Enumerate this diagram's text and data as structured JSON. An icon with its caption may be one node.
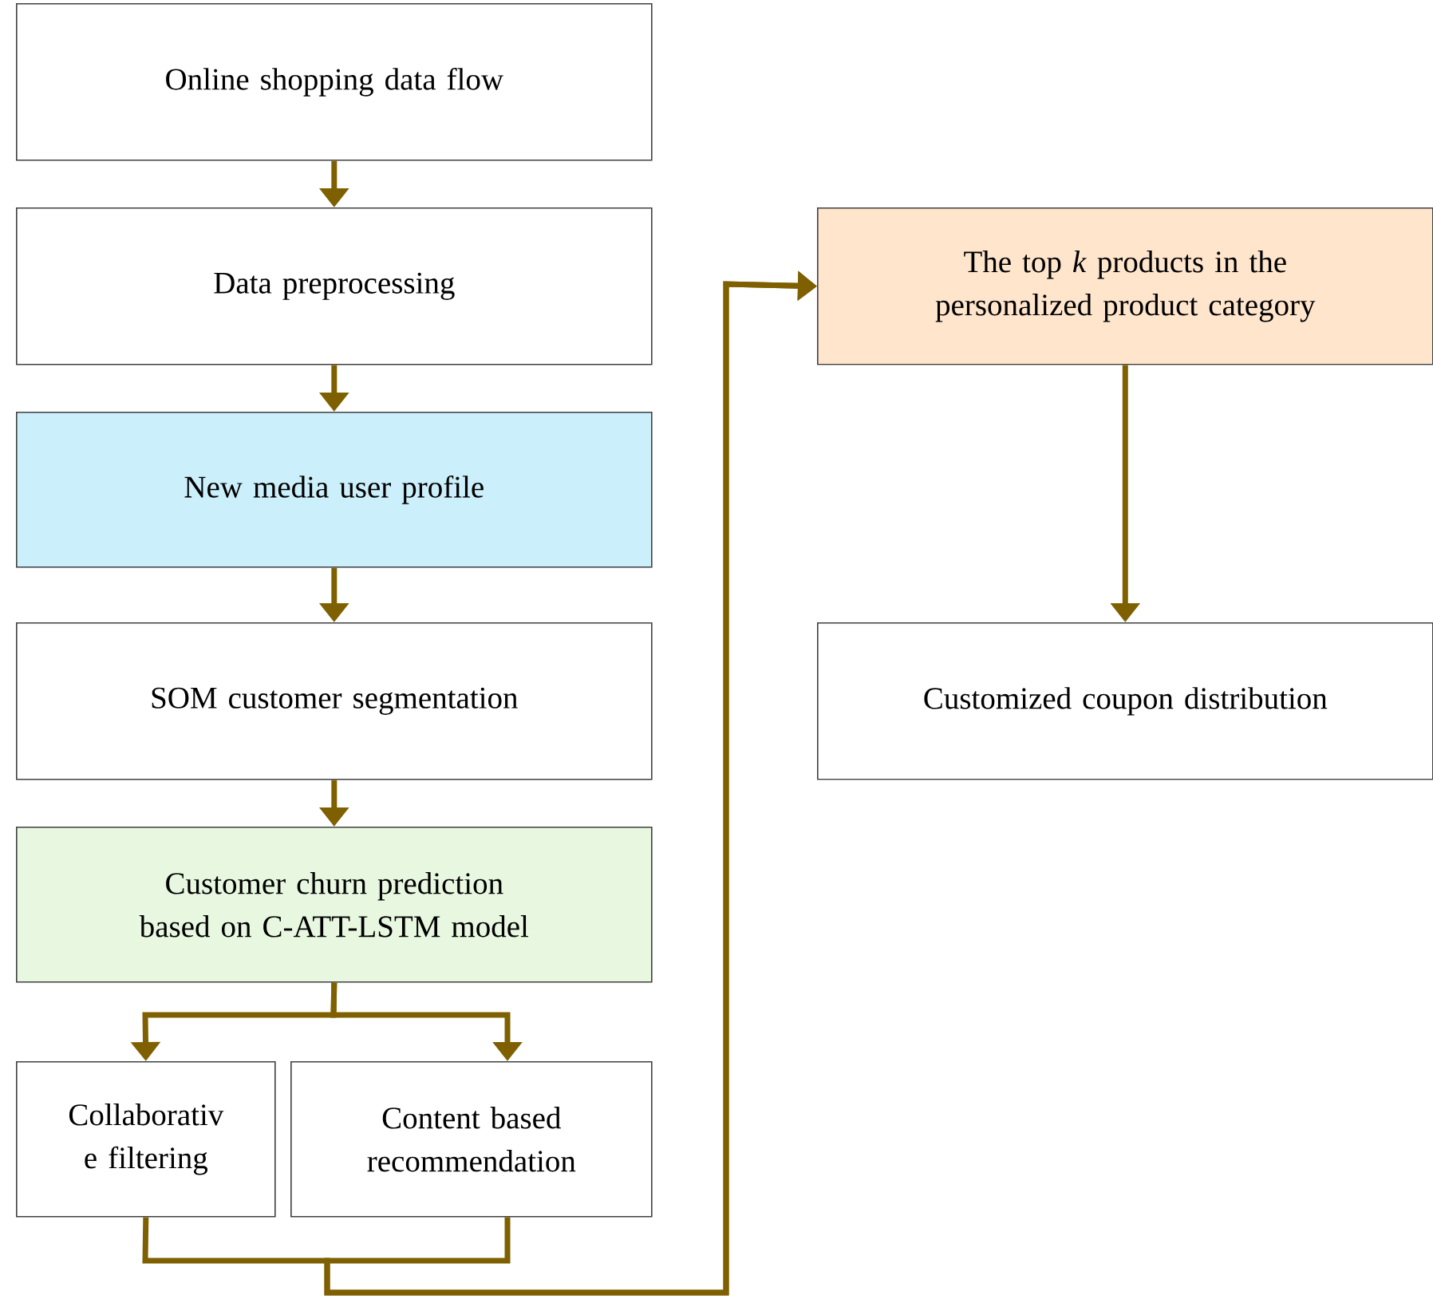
{
  "diagram": {
    "nodes": [
      {
        "text": [
          "Online shopping data flow"
        ]
      },
      {
        "text": [
          "Data preprocessing"
        ]
      },
      {
        "text": [
          "New media user profile"
        ]
      },
      {
        "text": [
          "SOM customer segmentation"
        ]
      },
      {
        "text": [
          "Customer churn prediction based on C-ATT-LSTM model"
        ]
      },
      {
        "text": [
          "Collaborativ e filtering"
        ]
      },
      {
        "text": [
          "Content based recommendation"
        ]
      },
      {
        "text": [
          "The top *k* products in the personalized product category"
        ]
      },
      {
        "text": [
          "Customized coupon distribution"
        ]
      }
    ],
    "edges": [
      {
        "from": 0,
        "to": 1,
        "arrow": "to"
      },
      {
        "from": 1,
        "to": 2,
        "arrow": "to"
      },
      {
        "from": 2,
        "to": 3,
        "arrow": "to"
      },
      {
        "from": 3,
        "to": 4,
        "arrow": "to"
      },
      {
        "from": 4,
        "to": 5,
        "arrow": "to"
      },
      {
        "from": 4,
        "to": 6,
        "arrow": "to"
      },
      {
        "from": 5,
        "to": 7,
        "arrow": "to"
      },
      {
        "from": 6,
        "to": 7,
        "arrow": "to"
      },
      {
        "from": 7,
        "to": 8,
        "arrow": "to"
      }
    ]
  }
}
